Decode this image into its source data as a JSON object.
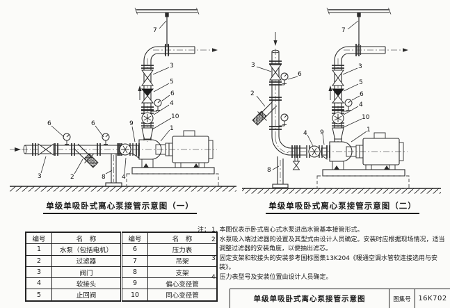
{
  "diagram1": {
    "caption": "单级单吸卧式离心泵接管示意图（一）",
    "labels": [
      "7",
      "3",
      "5",
      "6",
      "4",
      "10",
      "1",
      "9",
      "6",
      "6",
      "3",
      "2",
      "8",
      "4"
    ]
  },
  "diagram2": {
    "caption": "单级单吸卧式离心泵接管示意图（二）",
    "labels": [
      "7",
      "3",
      "6",
      "2",
      "8",
      "4",
      "9",
      "3",
      "5",
      "6",
      "4",
      "10",
      "1"
    ]
  },
  "parts_table": {
    "headers": [
      "编号",
      "名　称",
      "编号",
      "名　称"
    ],
    "rows": [
      [
        "1",
        "水泵（包括电机）",
        "6",
        "压力表"
      ],
      [
        "2",
        "过滤器",
        "7",
        "吊架"
      ],
      [
        "3",
        "阀门",
        "8",
        "支架"
      ],
      [
        "4",
        "软接头",
        "9",
        "偏心变径管"
      ],
      [
        "5",
        "止回阀",
        "10",
        "同心变径管"
      ]
    ]
  },
  "notes": {
    "prefix": "注：",
    "items": [
      "1. 本图仅表示卧式离心式水泵进出水管基本接管形式。",
      "2. 水泵吸入端过滤器的设置及其型式由设计人员确定。安装时应根据现场情况，适当调整过滤器的安装角度，以便抽出滤芯。",
      "3. 固定支架和软接头的安装参考国标图集13K204《暖通空调水管软连接选用与安装》。",
      "4. 压力表型号及安装位置由设计人员确定。"
    ]
  },
  "title_block": {
    "title": "单级单吸卧式离心泵接管示意图",
    "atlas_label": "图集号",
    "atlas_no": "16K702"
  }
}
